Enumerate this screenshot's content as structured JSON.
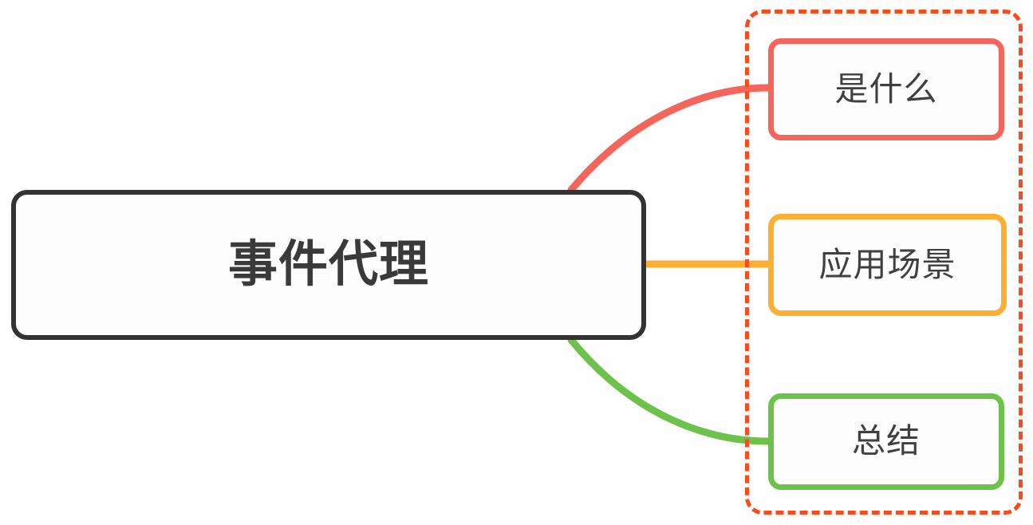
{
  "diagram": {
    "type": "mindmap",
    "title": "事件代理",
    "background_color": "#fefefe",
    "root": {
      "label": "事件代理",
      "border_color": "#333333",
      "text_color": "#3a3a3a"
    },
    "children": [
      {
        "label": "是什么",
        "border_color": "#f4665b",
        "connector_color": "#f4665b",
        "connector_style": "curved"
      },
      {
        "label": "应用场景",
        "border_color": "#fbb034",
        "connector_color": "#fbb034",
        "connector_style": "straight"
      },
      {
        "label": "总结",
        "border_color": "#6cc24a",
        "connector_color": "#6cc24a",
        "connector_style": "curved"
      }
    ],
    "selection": {
      "color": "#fb4b1b",
      "style": "dashed",
      "encloses": [
        "是什么",
        "应用场景",
        "总结"
      ]
    }
  }
}
